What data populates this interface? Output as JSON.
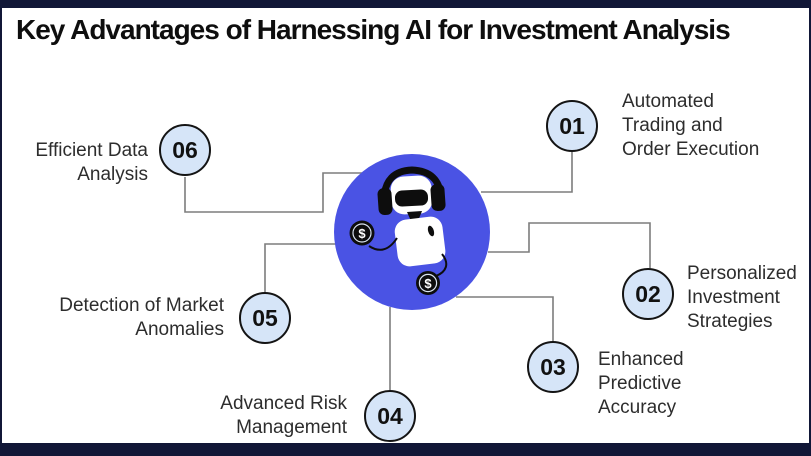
{
  "title": "Key Advantages of Harnessing AI for Investment Analysis",
  "theme": {
    "frame_color": "#111737",
    "center_circle_blue": "#4a53e4",
    "badge_fill": "#d6e5f8",
    "badge_border": "#141414",
    "connector_gray": "#7d7d7d",
    "text_color": "#2d2d2d",
    "robot_black": "#0d0d0d",
    "robot_white": "#ffffff"
  },
  "center": {
    "illustration": "ai-robot-with-headset-and-dollar-coins",
    "dollar_symbol": "$"
  },
  "items": [
    {
      "number": "01",
      "label": "Automated\nTrading and\nOrder Execution"
    },
    {
      "number": "02",
      "label": "Personalized\nInvestment\nStrategies"
    },
    {
      "number": "03",
      "label": "Enhanced\nPredictive\nAccuracy"
    },
    {
      "number": "04",
      "label": "Advanced Risk\nManagement"
    },
    {
      "number": "05",
      "label": "Detection of Market\nAnomalies"
    },
    {
      "number": "06",
      "label": "Efficient Data\nAnalysis"
    }
  ]
}
